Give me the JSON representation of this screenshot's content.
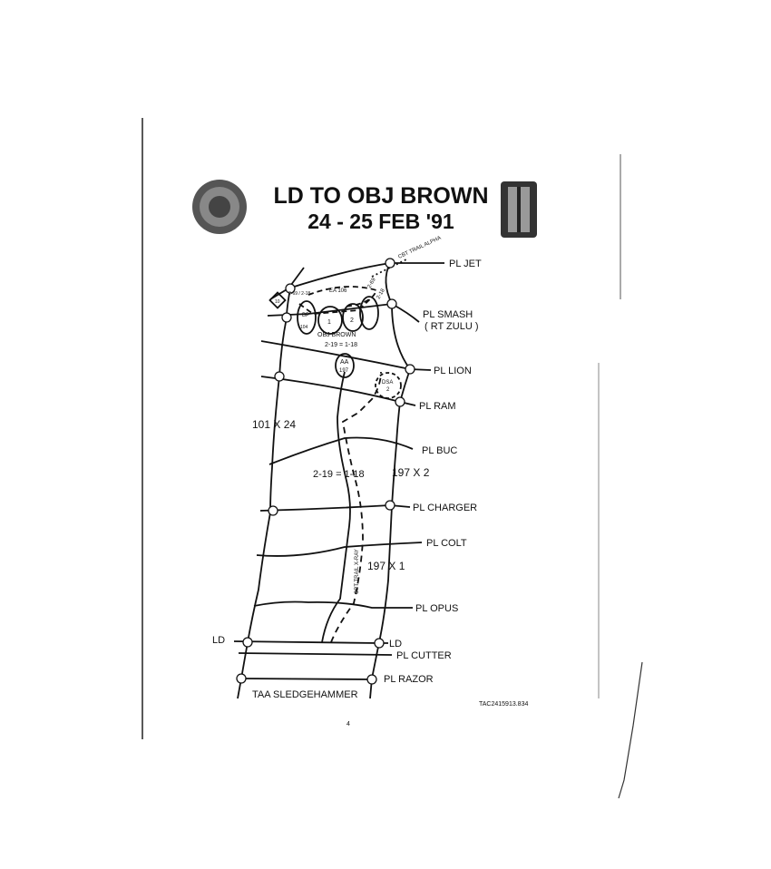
{
  "title": "LD TO OBJ BROWN",
  "subtitle": "24 - 25 FEB '91",
  "phase_lines": {
    "jet": "PL JET",
    "smash": "PL SMASH",
    "smash_alt": "( RT ZULU )",
    "lion": "PL LION",
    "ram": "PL RAM",
    "buc": "PL BUC",
    "charger": "PL CHARGER",
    "colt": "PL COLT",
    "opus": "PL OPUS",
    "ld_left": "LD",
    "ld_right": "LD",
    "cutter": "PL CUTTER",
    "razor": "PL RAZOR"
  },
  "areas": {
    "taa": "TAA SLEDGEHAMMER",
    "obj": "OBJ BROWN",
    "obj1": "1",
    "obj2": "2",
    "aa": "AA",
    "aa_num": "197",
    "dsa": "DSA",
    "dsa_num": "2",
    "bp": "BP",
    "bp_num": "104",
    "ea": "EA 106",
    "cp": "10"
  },
  "boundaries": {
    "div": "101 X 24",
    "bde_top": "2-19 = 1-18",
    "bde_mid": "2-19 = 1-18",
    "x2": "197 X 2",
    "x1": "197 X 1",
    "top_bn": "2-69",
    "top_bn2": "2-18",
    "left_bn": "2-69 / 2-18"
  },
  "routes": {
    "alpha": "CBT TRAIL ALPHA",
    "xray": "CBT TRAIL X-RAY"
  },
  "footer": {
    "ref": "TAC2415913.834",
    "page": "4"
  }
}
